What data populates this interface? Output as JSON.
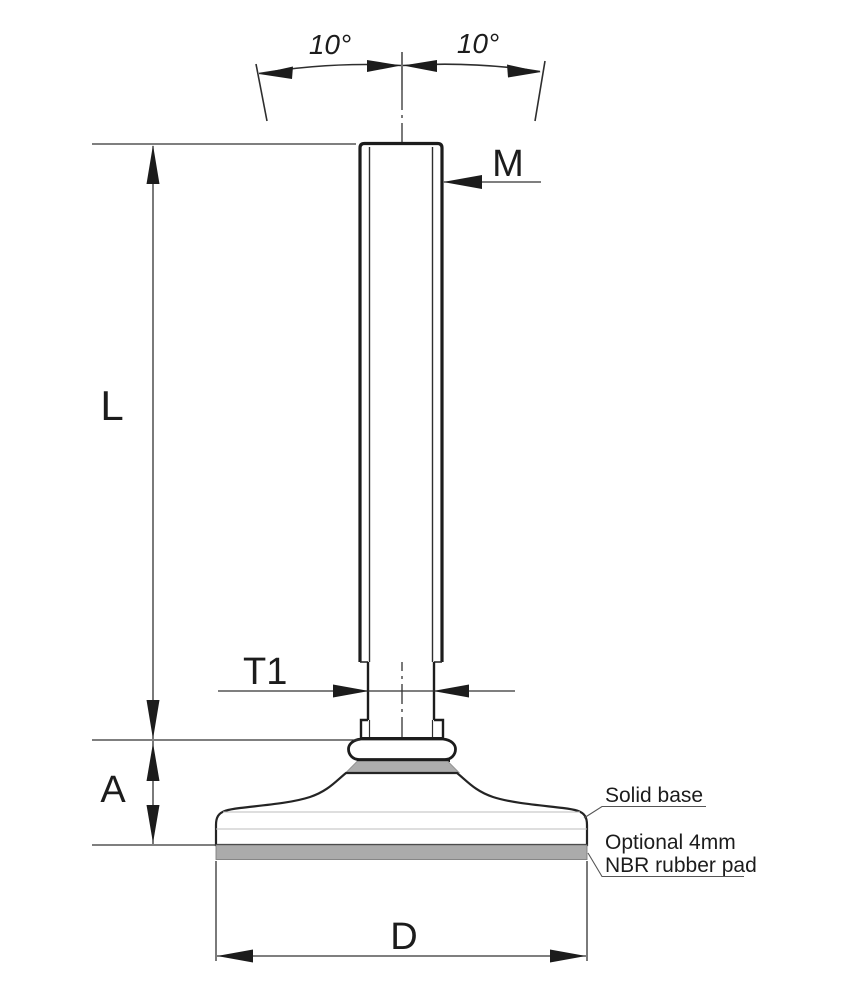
{
  "drawing": {
    "type": "technical-drawing-leveling-foot",
    "angles": {
      "left": "10°",
      "right": "10°"
    },
    "dimensions": {
      "thread_label": "M",
      "stem_length_label": "L",
      "thread_section_label": "T1",
      "base_height_label": "A",
      "base_diameter_label": "D"
    },
    "notes": {
      "solid_base": "Solid base",
      "pad_line1": "Optional 4mm",
      "pad_line2": "NBR rubber pad"
    },
    "colors": {
      "outline": "#1c1c1c",
      "thin_line": "#333333",
      "light_line": "#bcbcbc",
      "pad_gray": "#ababab",
      "background": "#ffffff"
    }
  }
}
